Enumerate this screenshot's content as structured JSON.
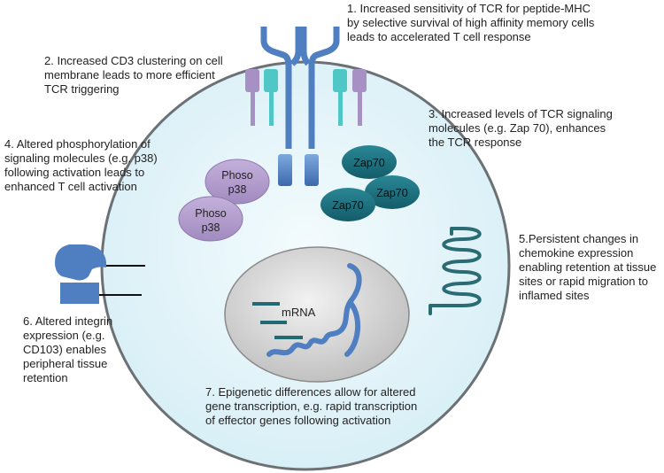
{
  "annotations": {
    "tcr_sensitivity": {
      "lines": [
        "1. Increased sensitivity of TCR for peptide-MHC",
        "by selective survival of high affinity memory cells",
        "leads to accelerated T cell response"
      ]
    },
    "cd3_clustering": {
      "lines": [
        "2. Increased CD3 clustering on cell",
        "membrane leads to more efficient",
        "TCR triggering"
      ]
    },
    "signaling_levels": {
      "lines": [
        "3. Increased levels of TCR signaling",
        "molecules (e.g. Zap 70), enhances",
        "the TCR response"
      ]
    },
    "phosphorylation": {
      "lines": [
        "4. Altered phosphorylation of",
        "signaling molecules (e.g. p38)",
        "following activation leads to",
        "enhanced T cell activation"
      ]
    },
    "chemokine": {
      "lines": [
        "5.Persistent changes in",
        "chemokine expression",
        "enabling retention at tissue",
        "sites or rapid migration to",
        "inflamed sites"
      ]
    },
    "integrin": {
      "lines": [
        "6. Altered integrin",
        "expression (e.g.",
        "CD103) enables",
        "peripheral tissue",
        "retention"
      ]
    },
    "epigenetic": {
      "lines": [
        "7. Epigenetic differences allow for altered",
        "gene transcription, e.g. rapid transcription",
        "of effector genes following activation"
      ]
    }
  },
  "molecules": {
    "phospho": [
      {
        "line1": "Phoso",
        "line2": "p38"
      },
      {
        "line1": "Phoso",
        "line2": "p38"
      }
    ],
    "zap70": [
      "Zap70",
      "Zap70",
      "Zap70"
    ],
    "mrna_label": "mRNA"
  },
  "colors": {
    "cell_fill": "#e3f4f9",
    "cell_outline": "#6c7175",
    "receptor_blue": "#4f7fc1",
    "cd3_teal": "#4fc7c7",
    "cd3_purple": "#a791c4",
    "phospho_fill": "#b29ccb",
    "zap70_fill": "#1e7483",
    "chemokine_receptor": "#2b6c74",
    "nucleus_fill": "#d8d8d8"
  }
}
